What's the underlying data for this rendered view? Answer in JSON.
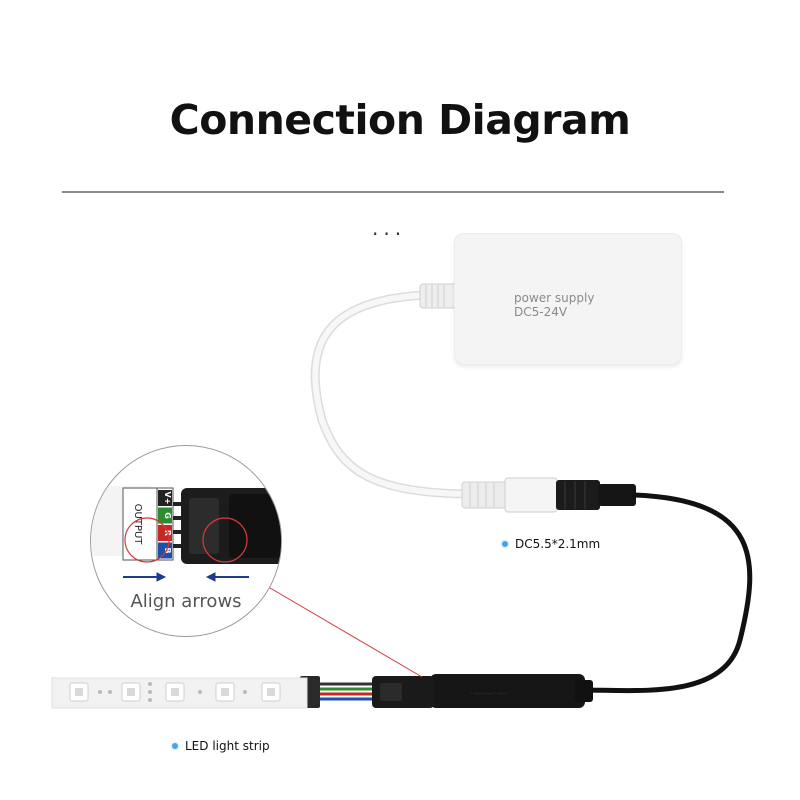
{
  "title": "Connection Diagram",
  "dots": "...",
  "power_supply": {
    "line1": "power supply",
    "line2": "DC5-24V"
  },
  "callouts": {
    "dc_jack": "DC5.5*2.1mm",
    "led_strip": "LED light strip"
  },
  "magnifier": {
    "label": "Align arrows",
    "connector_label": "OUTPUT",
    "pins": [
      "V+",
      "G",
      "R",
      "B"
    ],
    "pin_colors": [
      "#222222",
      "#2e8b2e",
      "#c62828",
      "#1f4fa8"
    ],
    "arrow_color": "#1d3c8c",
    "circle_color": "#d23a3a"
  },
  "colors": {
    "cable_white": "#f2f2f2",
    "cable_black": "#111111",
    "callout_line": "#d23a3a",
    "bullet": "#4aa3e6"
  }
}
